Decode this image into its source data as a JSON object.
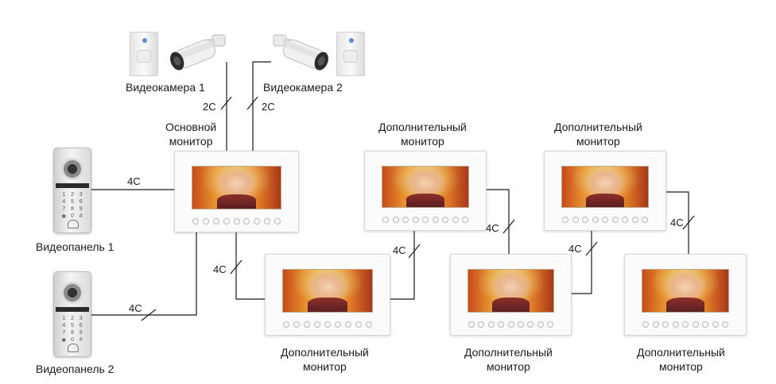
{
  "devices": {
    "camera1_label": "Видеокамера 1",
    "camera2_label": "Видеокамера 2",
    "main_monitor_label_line1": "Основной",
    "main_monitor_label_line2": "монитор",
    "extra_monitor_label_line1": "Дополнительный",
    "extra_monitor_label_line2": "монитор",
    "panel1_label": "Видеопанель 1",
    "panel2_label": "Видеопанель 2"
  },
  "wires": {
    "camera1_wire": "2C",
    "camera2_wire": "2C",
    "panel1_wire": "4C",
    "panel2_wire": "4C",
    "main_to_extra_wire": "4C",
    "extra_link_1": "4C",
    "extra_link_2": "4C",
    "extra_link_3": "4C",
    "extra_link_4": "4C"
  },
  "panel_keys": [
    "1",
    "2",
    "3",
    "4",
    "5",
    "6",
    "7",
    "8",
    "9",
    "✱",
    "0",
    "#"
  ],
  "colors": {
    "wire": "#1a1a1a",
    "monitor_frame": "#fbfbfb",
    "sensor_led": "#5a8fcf"
  }
}
